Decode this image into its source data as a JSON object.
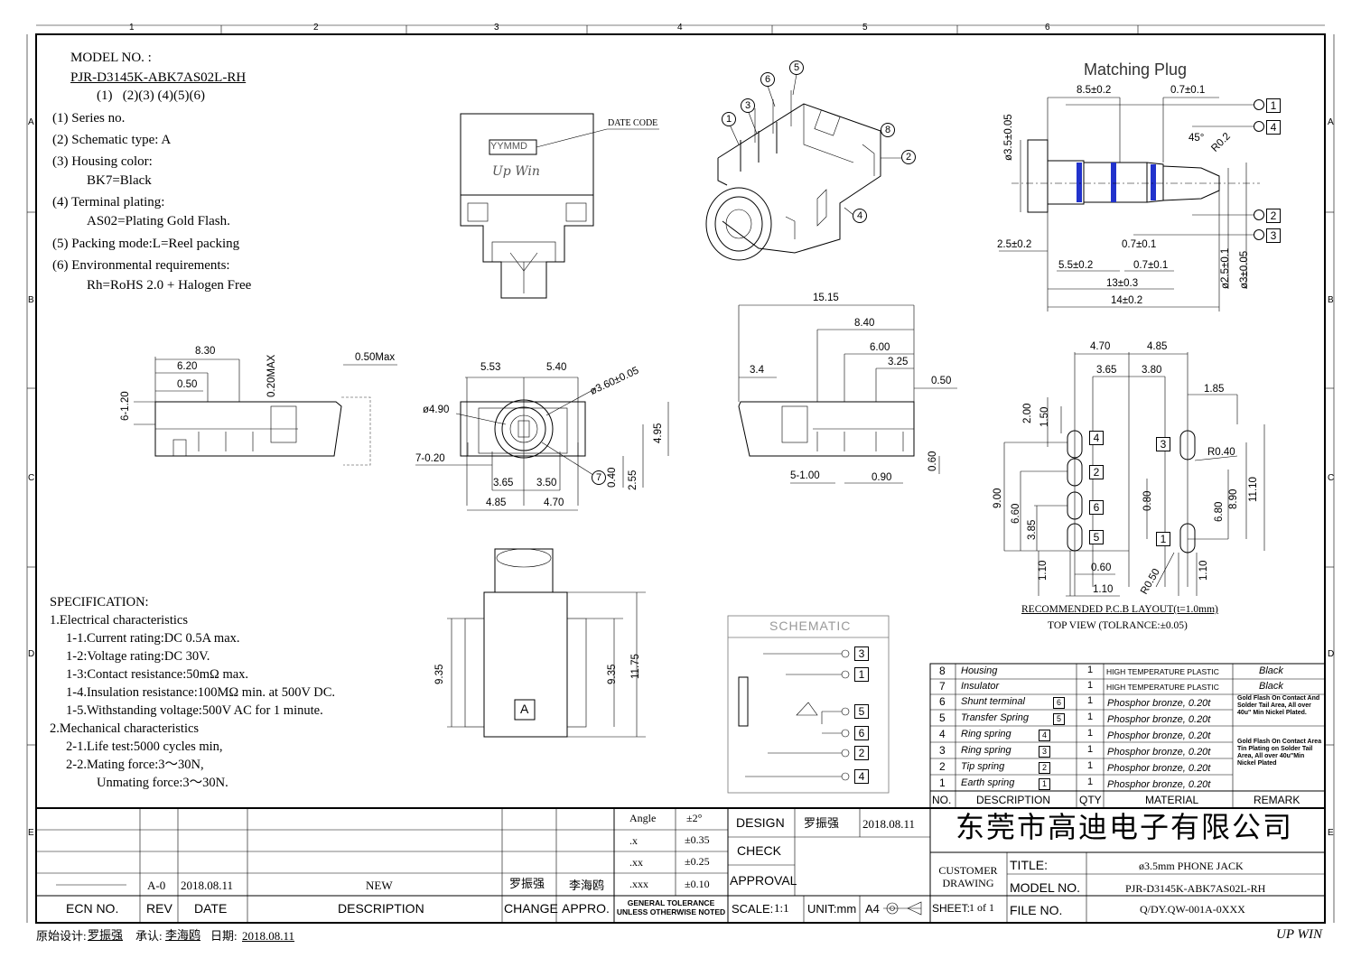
{
  "frame": {
    "col_numbers": [
      "1",
      "2",
      "3",
      "4",
      "5",
      "6"
    ],
    "row_letters": [
      "A",
      "B",
      "C",
      "D",
      "E"
    ],
    "corner_text": "UP WIN"
  },
  "model": {
    "heading": "MODEL NO. :",
    "part_no": "PJR-D3145K-ABK7AS02L-RH",
    "index_row": "(1)   (2)(3) (4)(5)(6)",
    "lines": [
      "(1) Series no.",
      "(2) Schematic type: A",
      "(3) Housing color:",
      "BK7=Black",
      "(4) Terminal plating:",
      "AS02=Plating Gold Flash.",
      "(5) Packing mode:L=Reel packing",
      "(6) Environmental requirements:",
      "Rh=RoHS 2.0 + Halogen Free"
    ]
  },
  "top_view": {
    "date_code_label": "DATE CODE",
    "date_code_box": "YYMMD",
    "brand": "Up Win"
  },
  "iso_callouts": [
    "1",
    "2",
    "3",
    "4",
    "5",
    "6",
    "8"
  ],
  "matching_plug": {
    "title": "Matching Plug",
    "dims": [
      "8.5±0.2",
      "0.7±0.1",
      "ø3.5±0.05",
      "45°",
      "R0.2",
      "2.5±0.2",
      "0.7±0.1",
      "5.5±0.2",
      "0.7±0.1",
      "13±0.3",
      "14±0.2",
      "ø2.5±0.1",
      "ø3±0.05"
    ],
    "tags": [
      "1",
      "4",
      "2",
      "3"
    ]
  },
  "side_view": {
    "dims": [
      "8.30",
      "6.20",
      "0.50",
      "0.20MAX",
      "0.50Max",
      "6-1.20"
    ]
  },
  "front_view": {
    "dims": [
      "5.53",
      "5.40",
      "ø3.60±0.05",
      "ø4.90",
      "7-0.20",
      "3.65",
      "3.50",
      "4.85",
      "4.70",
      "0.40",
      "2.55",
      "4.95"
    ],
    "callout": "7"
  },
  "right_view": {
    "dims": [
      "15.15",
      "8.40",
      "6.00",
      "3.25",
      "3.4",
      "0.50",
      "5-1.00",
      "0.90",
      "0.60"
    ]
  },
  "bottom_view": {
    "dims": [
      "9.35",
      "9.35",
      "11.75"
    ],
    "mark": "A"
  },
  "pcb": {
    "dims": [
      "4.70",
      "4.85",
      "3.65",
      "3.80",
      "1.85",
      "2.00",
      "1.50",
      "R0.40",
      "9.00",
      "6.60",
      "3.85",
      "0.80",
      "6.80",
      "8.90",
      "11.10",
      "1.10",
      "0.60",
      "1.10",
      "R0.50",
      "1.10"
    ],
    "tags_left": [
      "4",
      "2",
      "6",
      "5"
    ],
    "tags_right": [
      "3",
      "1"
    ],
    "caption1": "RECOMMENDED P.C.B LAYOUT(t=1.0mm)",
    "caption2": "TOP VIEW (TOLRANCE:±0.05)"
  },
  "schematic": {
    "title": "SCHEMATIC",
    "pins": [
      "3",
      "1",
      "5",
      "6",
      "2",
      "4"
    ]
  },
  "spec": {
    "heading": "SPECIFICATION:",
    "lines": [
      "1.Electrical characteristics",
      "1-1.Current rating:DC 0.5A max.",
      "1-2:Voltage rating:DC 30V.",
      "1-3:Contact resistance:50mΩ max.",
      "1-4.Insulation resistance:100MΩ min. at 500V DC.",
      "1-5.Withstanding voltage:500V AC for 1 minute.",
      "2.Mechanical characteristics",
      "2-1.Life test:5000 cycles min,",
      "2-2.Mating force:3～30N,",
      "Unmating force:3～30N."
    ]
  },
  "bom": {
    "headers": [
      "NO.",
      "DESCRIPTION",
      "QTY",
      "MATERIAL",
      "REMARK"
    ],
    "rows": [
      {
        "no": "8",
        "desc": "Housing",
        "tag": "",
        "qty": "1",
        "mat": "HIGH TEMPERATURE PLASTIC",
        "remark": "Black"
      },
      {
        "no": "7",
        "desc": "Insulator",
        "tag": "",
        "qty": "1",
        "mat": "HIGH TEMPERATURE PLASTIC",
        "remark": "Black"
      },
      {
        "no": "6",
        "desc": "Shunt terminal",
        "tag": "6",
        "qty": "1",
        "mat": "Phosphor bronze, 0.20t",
        "remark": ""
      },
      {
        "no": "5",
        "desc": "Transfer Spring",
        "tag": "5",
        "qty": "1",
        "mat": "Phosphor bronze, 0.20t",
        "remark": ""
      },
      {
        "no": "4",
        "desc": "Ring spring",
        "tag": "4",
        "qty": "1",
        "mat": "Phosphor bronze, 0.20t",
        "remark": ""
      },
      {
        "no": "3",
        "desc": "Ring spring",
        "tag": "3",
        "qty": "1",
        "mat": "Phosphor bronze, 0.20t",
        "remark": ""
      },
      {
        "no": "2",
        "desc": "Tip spring",
        "tag": "2",
        "qty": "1",
        "mat": "Phosphor bronze, 0.20t",
        "remark": ""
      },
      {
        "no": "1",
        "desc": "Earth spring",
        "tag": "1",
        "qty": "1",
        "mat": "Phosphor bronze, 0.20t",
        "remark": ""
      }
    ],
    "remark_group1": "Gold Flash On Contact And Solder Tail Area, All over 40u\" Min Nickel Plated.",
    "remark_group2": "Gold Flash On Contact Area Tin Plating on Solder Tail Area, All over 40u\"Min Nickel Plated"
  },
  "title_block": {
    "rev_row": {
      "rev": "A-0",
      "date": "2018.08.11",
      "desc": "NEW",
      "change": "罗振强",
      "appro": "李海鸥"
    },
    "headers": {
      "ecn": "ECN NO.",
      "rev": "REV",
      "date": "DATE",
      "desc": "DESCRIPTION",
      "change": "CHANGE",
      "appro": "APPRO."
    },
    "tolerance": [
      {
        "k": "Angle",
        "v": "±2°"
      },
      {
        "k": ".x",
        "v": "±0.35"
      },
      {
        "k": ".xx",
        "v": "±0.25"
      },
      {
        "k": ".xxx",
        "v": "±0.10"
      }
    ],
    "general_tol": "GENERAL TOLERANCE UNLESS OTHERWISE NOTED",
    "design_label": "DESIGN",
    "designer": "罗振强",
    "design_date": "2018.08.11",
    "check_label": "CHECK",
    "approval_label": "APPROVAL",
    "scale_label": "SCALE:",
    "scale": "1:1",
    "unit": "UNIT:mm",
    "paper": "A4",
    "company": "东莞市高迪电子有限公司",
    "customer_drawing": "CUSTOMER DRAWING",
    "title_label": "TITLE:",
    "title": "ø3.5mm PHONE JACK",
    "model_label": "MODEL NO.",
    "model": "PJR-D3145K-ABK7AS02L-RH",
    "sheet_label": "SHEET:",
    "sheet": "1 of 1",
    "file_label": "FILE NO.",
    "file": "Q/DY.QW-001A-0XXX"
  },
  "footer": {
    "design_label": "原始设计:",
    "designer": "罗振强",
    "approver_label": "承认:",
    "approver": "李海鸥",
    "date_label": "日期:",
    "date": "2018.08.11",
    "brand": "UP WIN"
  }
}
